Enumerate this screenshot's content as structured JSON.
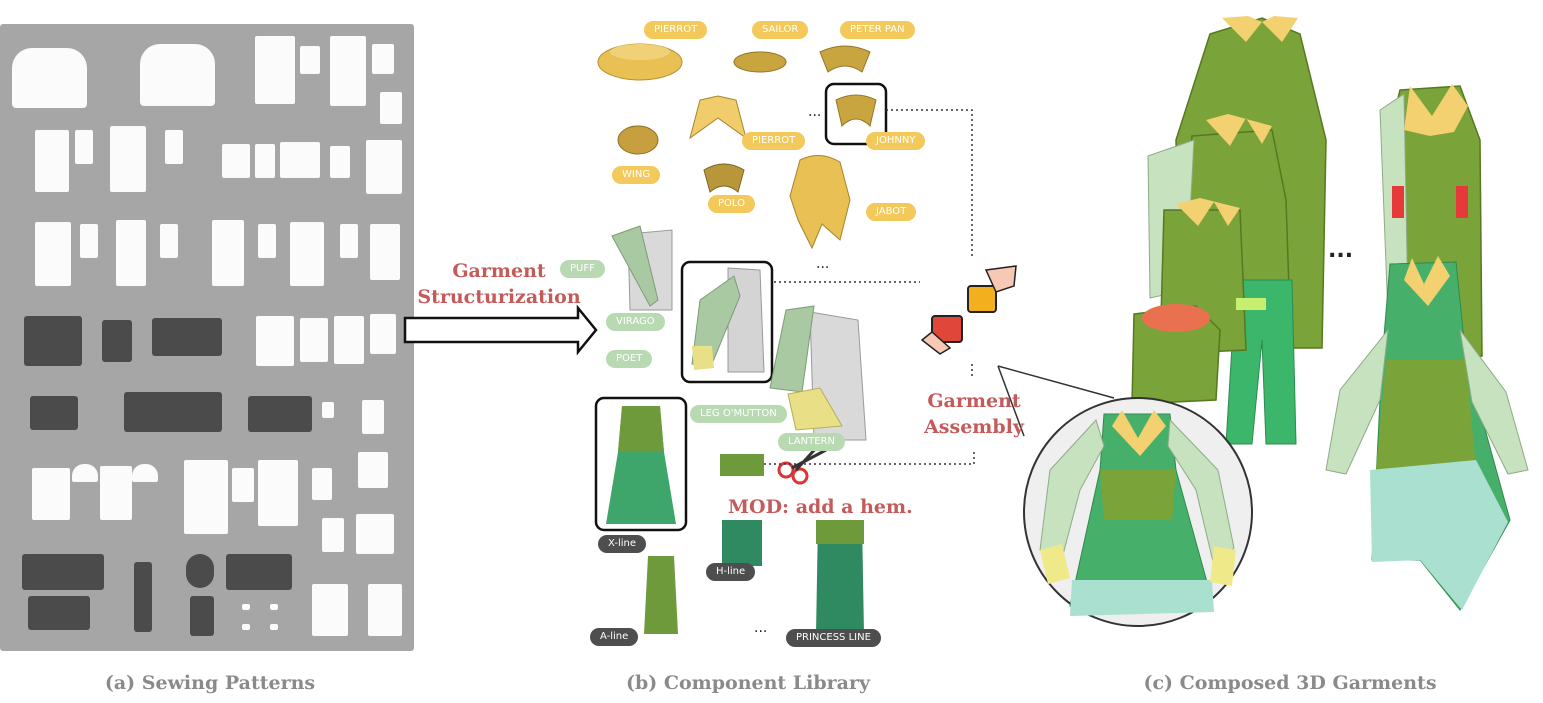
{
  "captions": {
    "a": "(a) Sewing Patterns",
    "b": "(b) Component Library",
    "c": "(c) Composed 3D Garments"
  },
  "labels": {
    "structurization": "Garment Structurization",
    "assembly": "Garment Assembly",
    "mod": "MOD: add a hem."
  },
  "collar_tags": [
    "PIERROT",
    "SAILOR",
    "PETER PAN",
    "PIERROT",
    "JOHNNY",
    "WING",
    "POLO",
    "JABOT"
  ],
  "sleeve_tags": [
    "PUFF",
    "VIRAGO",
    "POET",
    "LEG O'MUTTON",
    "LANTERN"
  ],
  "skirt_tags": [
    "X-line",
    "H-line",
    "A-line",
    "PRINCESS LINE"
  ],
  "ellipsis": "...",
  "colors": {
    "panel_gray": "#a6a6a6",
    "collar_yellow": "#f2c95a",
    "sleeve_green": "#b9d9b3",
    "skirt_dark": "#4e4e4e",
    "label_red": "#c45a5a",
    "caption_gray": "#8a8a8a"
  }
}
